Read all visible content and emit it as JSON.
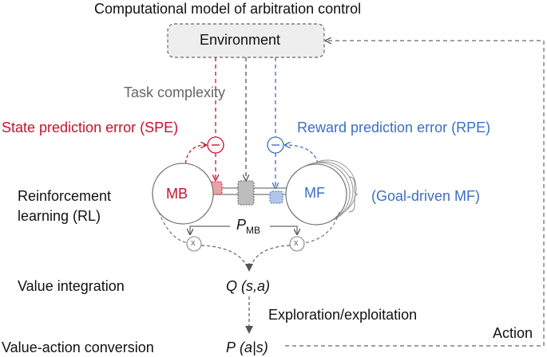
{
  "title": "Computational model of arbitration control",
  "environment_label": "Environment",
  "task_complexity_label": "Task complexity",
  "spe_label": "State prediction error (SPE)",
  "rpe_label": "Reward prediction error (RPE)",
  "rl_label_line1": "Reinforcement",
  "rl_label_line2": "learning (RL)",
  "mb_label": "MB",
  "mf_label": "MF",
  "goal_mf_label": "(Goal-driven MF)",
  "pmb_main": "P",
  "pmb_sub": "MB",
  "value_integration_label": "Value integration",
  "q_expr_main": "Q",
  "q_expr_args": "(s,a)",
  "explore_label": "Exploration/exploitation",
  "value_action_label": "Value-action conversion",
  "p_expr_main": "P",
  "p_expr_args": "(a|s)",
  "action_label": "Action",
  "minus_symbol": "−",
  "times_symbol": "x",
  "colors": {
    "spe": "#c8102e",
    "rpe": "#3a6fc4",
    "gray": "#666666",
    "env_fill": "#eeeeee"
  }
}
